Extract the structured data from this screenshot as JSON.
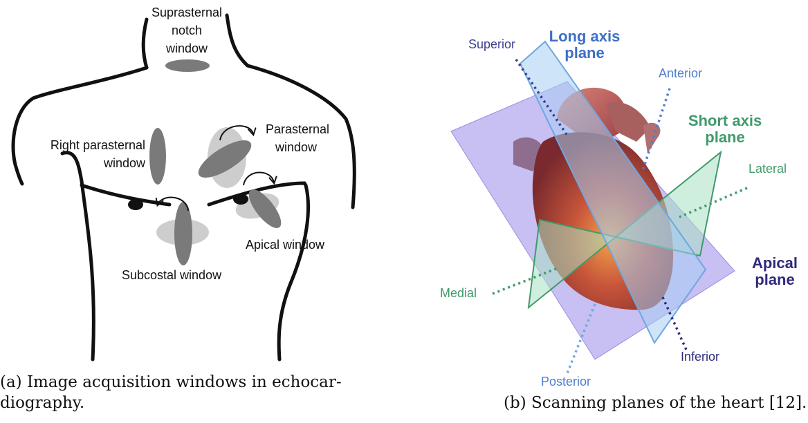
{
  "panel_a": {
    "labels": {
      "suprasternal": [
        "Suprasternal",
        "notch",
        "window"
      ],
      "right_parasternal": [
        "Right parasternal",
        "window"
      ],
      "parasternal": [
        "Parasternal",
        "window"
      ],
      "apical": "Apical window",
      "subcostal": "Subcostal window"
    },
    "caption": [
      "(a) Image acquisition windows in echocar-",
      "diography."
    ]
  },
  "panel_b": {
    "directions": {
      "superior": "Superior",
      "anterior": "Anterior",
      "lateral": "Lateral",
      "medial": "Medial",
      "inferior": "Inferior",
      "posterior": "Posterior"
    },
    "planes": {
      "long_axis": [
        "Long axis",
        "plane"
      ],
      "short_axis": [
        "Short axis",
        "plane"
      ],
      "apical": [
        "Apical",
        "plane"
      ]
    },
    "caption": "(b) Scanning planes of the heart [12]."
  },
  "colors": {
    "outline": "#111111",
    "window_light": "#cfcfcf",
    "window_dark": "#7a7a7a",
    "long_axis": "#3d6fc6",
    "short_axis": "#3f9a6a",
    "apical_plane": "#2e2a7a",
    "superior_line": "#3a3f8f",
    "plane_purple": "#b6a9ee",
    "plane_blue": "#a6cdf2",
    "plane_green": "#a7e0c2"
  }
}
